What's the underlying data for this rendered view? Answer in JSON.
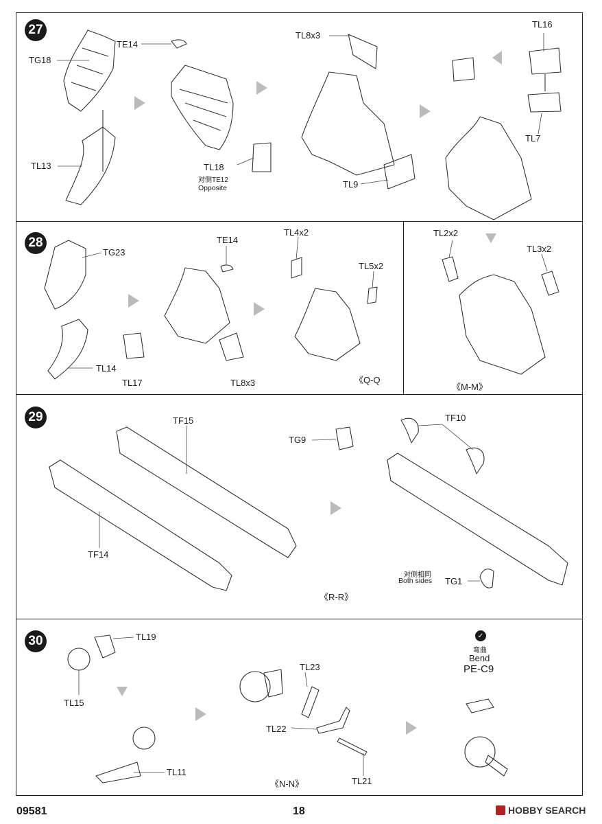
{
  "steps": [
    {
      "number": "27",
      "labels": {
        "tg18": "TG18",
        "te14": "TE14",
        "tl13": "TL13",
        "tl18": "TL18",
        "tl18_note_cn": "对侧TE12",
        "tl18_note_en": "Opposite",
        "tl8x3": "TL8x3",
        "tl9": "TL9",
        "tl16": "TL16",
        "tl7": "TL7"
      }
    },
    {
      "number": "28",
      "labels": {
        "tg23": "TG23",
        "te14": "TE14",
        "tl14": "TL14",
        "tl17": "TL17",
        "tl4x2": "TL4x2",
        "tl5x2": "TL5x2",
        "tl8x3": "TL8x3",
        "view_qq": "《Q-Q",
        "tl2x2": "TL2x2",
        "tl3x2": "TL3x2",
        "view_mm": "《M-M》"
      }
    },
    {
      "number": "29",
      "labels": {
        "tf15": "TF15",
        "tf14": "TF14",
        "tg9": "TG9",
        "tf10": "TF10",
        "both_cn": "对侧相同",
        "both_en": "Both sides",
        "tg1": "TG1",
        "view_rr": "《R-R》"
      }
    },
    {
      "number": "30",
      "labels": {
        "tl19": "TL19",
        "tl15": "TL15",
        "tl11": "TL11",
        "tl23": "TL23",
        "tl22": "TL22",
        "tl21": "TL21",
        "view_nn": "《N-N》",
        "bend_cn": "弯曲",
        "bend_en": "Bend",
        "pe_c9": "PE-C9"
      }
    }
  ],
  "footer": {
    "code": "09581",
    "page": "18",
    "watermark": "HOBBY SEARCH"
  }
}
